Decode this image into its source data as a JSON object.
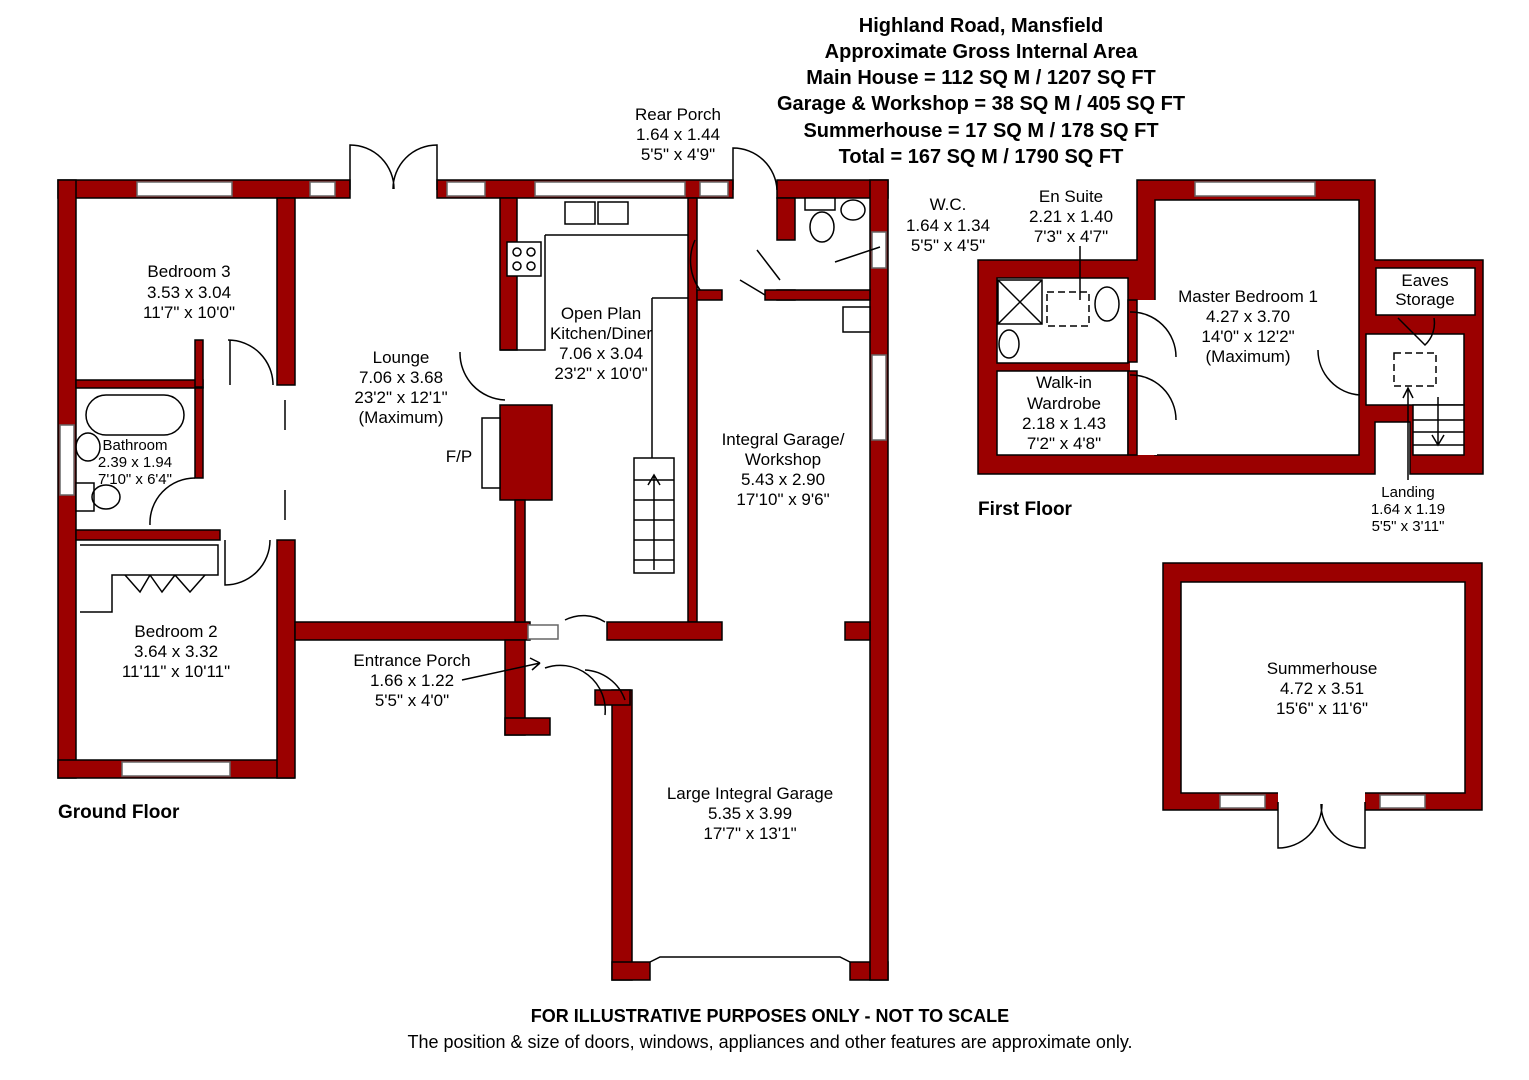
{
  "header": {
    "title": "Highland Road, Mansfield",
    "subtitle": "Approximate Gross Internal Area",
    "areas": [
      "Main House = 112 SQ M / 1207 SQ FT",
      "Garage & Workshop = 38 SQ M / 405 SQ FT",
      "Summerhouse = 17 SQ M / 178 SQ FT",
      "Total = 167 SQ M / 1790 SQ FT"
    ]
  },
  "floors": {
    "ground": "Ground Floor",
    "first": "First Floor"
  },
  "rooms": {
    "bedroom3": [
      "Bedroom 3",
      "3.53 x 3.04",
      "11'7\" x 10'0\""
    ],
    "lounge": [
      "Lounge",
      "7.06 x 3.68",
      "23'2\" x 12'1\"",
      "(Maximum)"
    ],
    "kitchen": [
      "Open Plan",
      "Kitchen/Diner",
      "7.06 x 3.04",
      "23'2\" x 10'0\""
    ],
    "rear_porch": [
      "Rear Porch",
      "1.64 x 1.44",
      "5'5\" x 4'9\""
    ],
    "wc": [
      "W.C.",
      "1.64 x 1.34",
      "5'5\" x 4'5\""
    ],
    "bathroom": [
      "Bathroom",
      "2.39 x 1.94",
      "7'10\" x 6'4\""
    ],
    "fireplace": "F/P",
    "workshop": [
      "Integral Garage/",
      "Workshop",
      "5.43 x 2.90",
      "17'10\" x 9'6\""
    ],
    "bedroom2": [
      "Bedroom 2",
      "3.64 x 3.32",
      "11'11\" x 10'11\""
    ],
    "entrance_porch": [
      "Entrance Porch",
      "1.66 x 1.22",
      "5'5\" x 4'0\""
    ],
    "large_garage": [
      "Large Integral Garage",
      "5.35 x 3.99",
      "17'7\" x 13'1\""
    ],
    "en_suite": [
      "En Suite",
      "2.21 x 1.40",
      "7'3\" x 4'7\""
    ],
    "master": [
      "Master Bedroom 1",
      "4.27 x 3.70",
      "14'0\" x 12'2\"",
      "(Maximum)"
    ],
    "eaves": [
      "Eaves",
      "Storage"
    ],
    "wardrobe": [
      "Walk-in",
      "Wardrobe",
      "2.18 x 1.43",
      "7'2\" x 4'8\""
    ],
    "landing": [
      "Landing",
      "1.64 x 1.19",
      "5'5\" x 3'11\""
    ],
    "summerhouse": [
      "Summerhouse",
      "4.72 x 3.51",
      "15'6\" x 11'6\""
    ]
  },
  "footer": {
    "disclaimer": "FOR ILLUSTRATIVE PURPOSES ONLY - NOT TO SCALE",
    "note": "The position & size of doors, windows, appliances and other features are approximate only."
  },
  "colors": {
    "wall": "#9b0000"
  }
}
